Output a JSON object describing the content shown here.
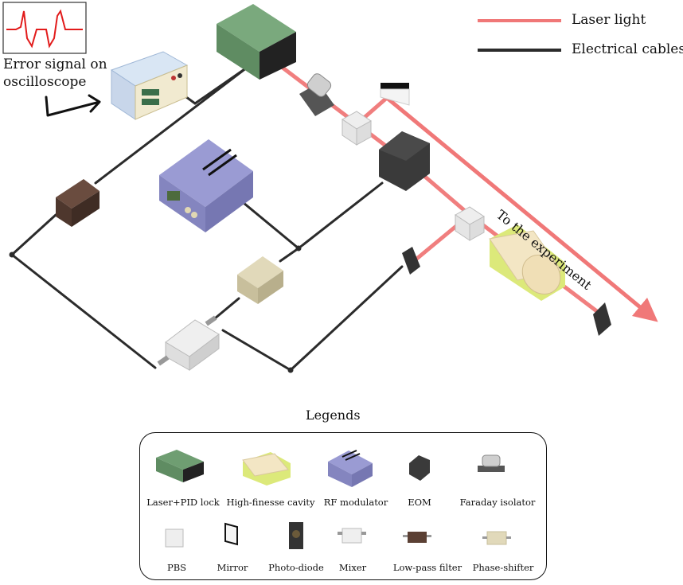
{
  "oscilloscope": {
    "label_line1": "Error signal on",
    "label_line2": "oscilloscope"
  },
  "line_legend": {
    "laser": "Laser light",
    "cables": "Electrical cables"
  },
  "beam_label": "To the experiment",
  "legend": {
    "title": "Legends",
    "items": [
      {
        "label": "Laser+PID lock",
        "icon": "laser-icon"
      },
      {
        "label": "High-finesse cavity",
        "icon": "cavity-icon"
      },
      {
        "label": "RF modulator",
        "icon": "rf-modulator-icon"
      },
      {
        "label": "EOM",
        "icon": "eom-icon"
      },
      {
        "label": "Faraday isolator",
        "icon": "faraday-isolator-icon"
      },
      {
        "label": "PBS",
        "icon": "pbs-icon"
      },
      {
        "label": "Mirror",
        "icon": "mirror-icon"
      },
      {
        "label": "Photo-diode",
        "icon": "photodiode-icon"
      },
      {
        "label": "Mixer",
        "icon": "mixer-icon"
      },
      {
        "label": "Low-pass filter",
        "icon": "lowpass-filter-icon"
      },
      {
        "label": "Phase-shifter",
        "icon": "phase-shifter-icon"
      }
    ]
  },
  "colors": {
    "laser": "#f07878",
    "cable": "#2b2b2b",
    "laser_box": "#6f9e72",
    "cavity": "#f3e6c4",
    "rf": "#8f90c9",
    "filter": "#5b4034",
    "phase": "#d6cca7"
  }
}
